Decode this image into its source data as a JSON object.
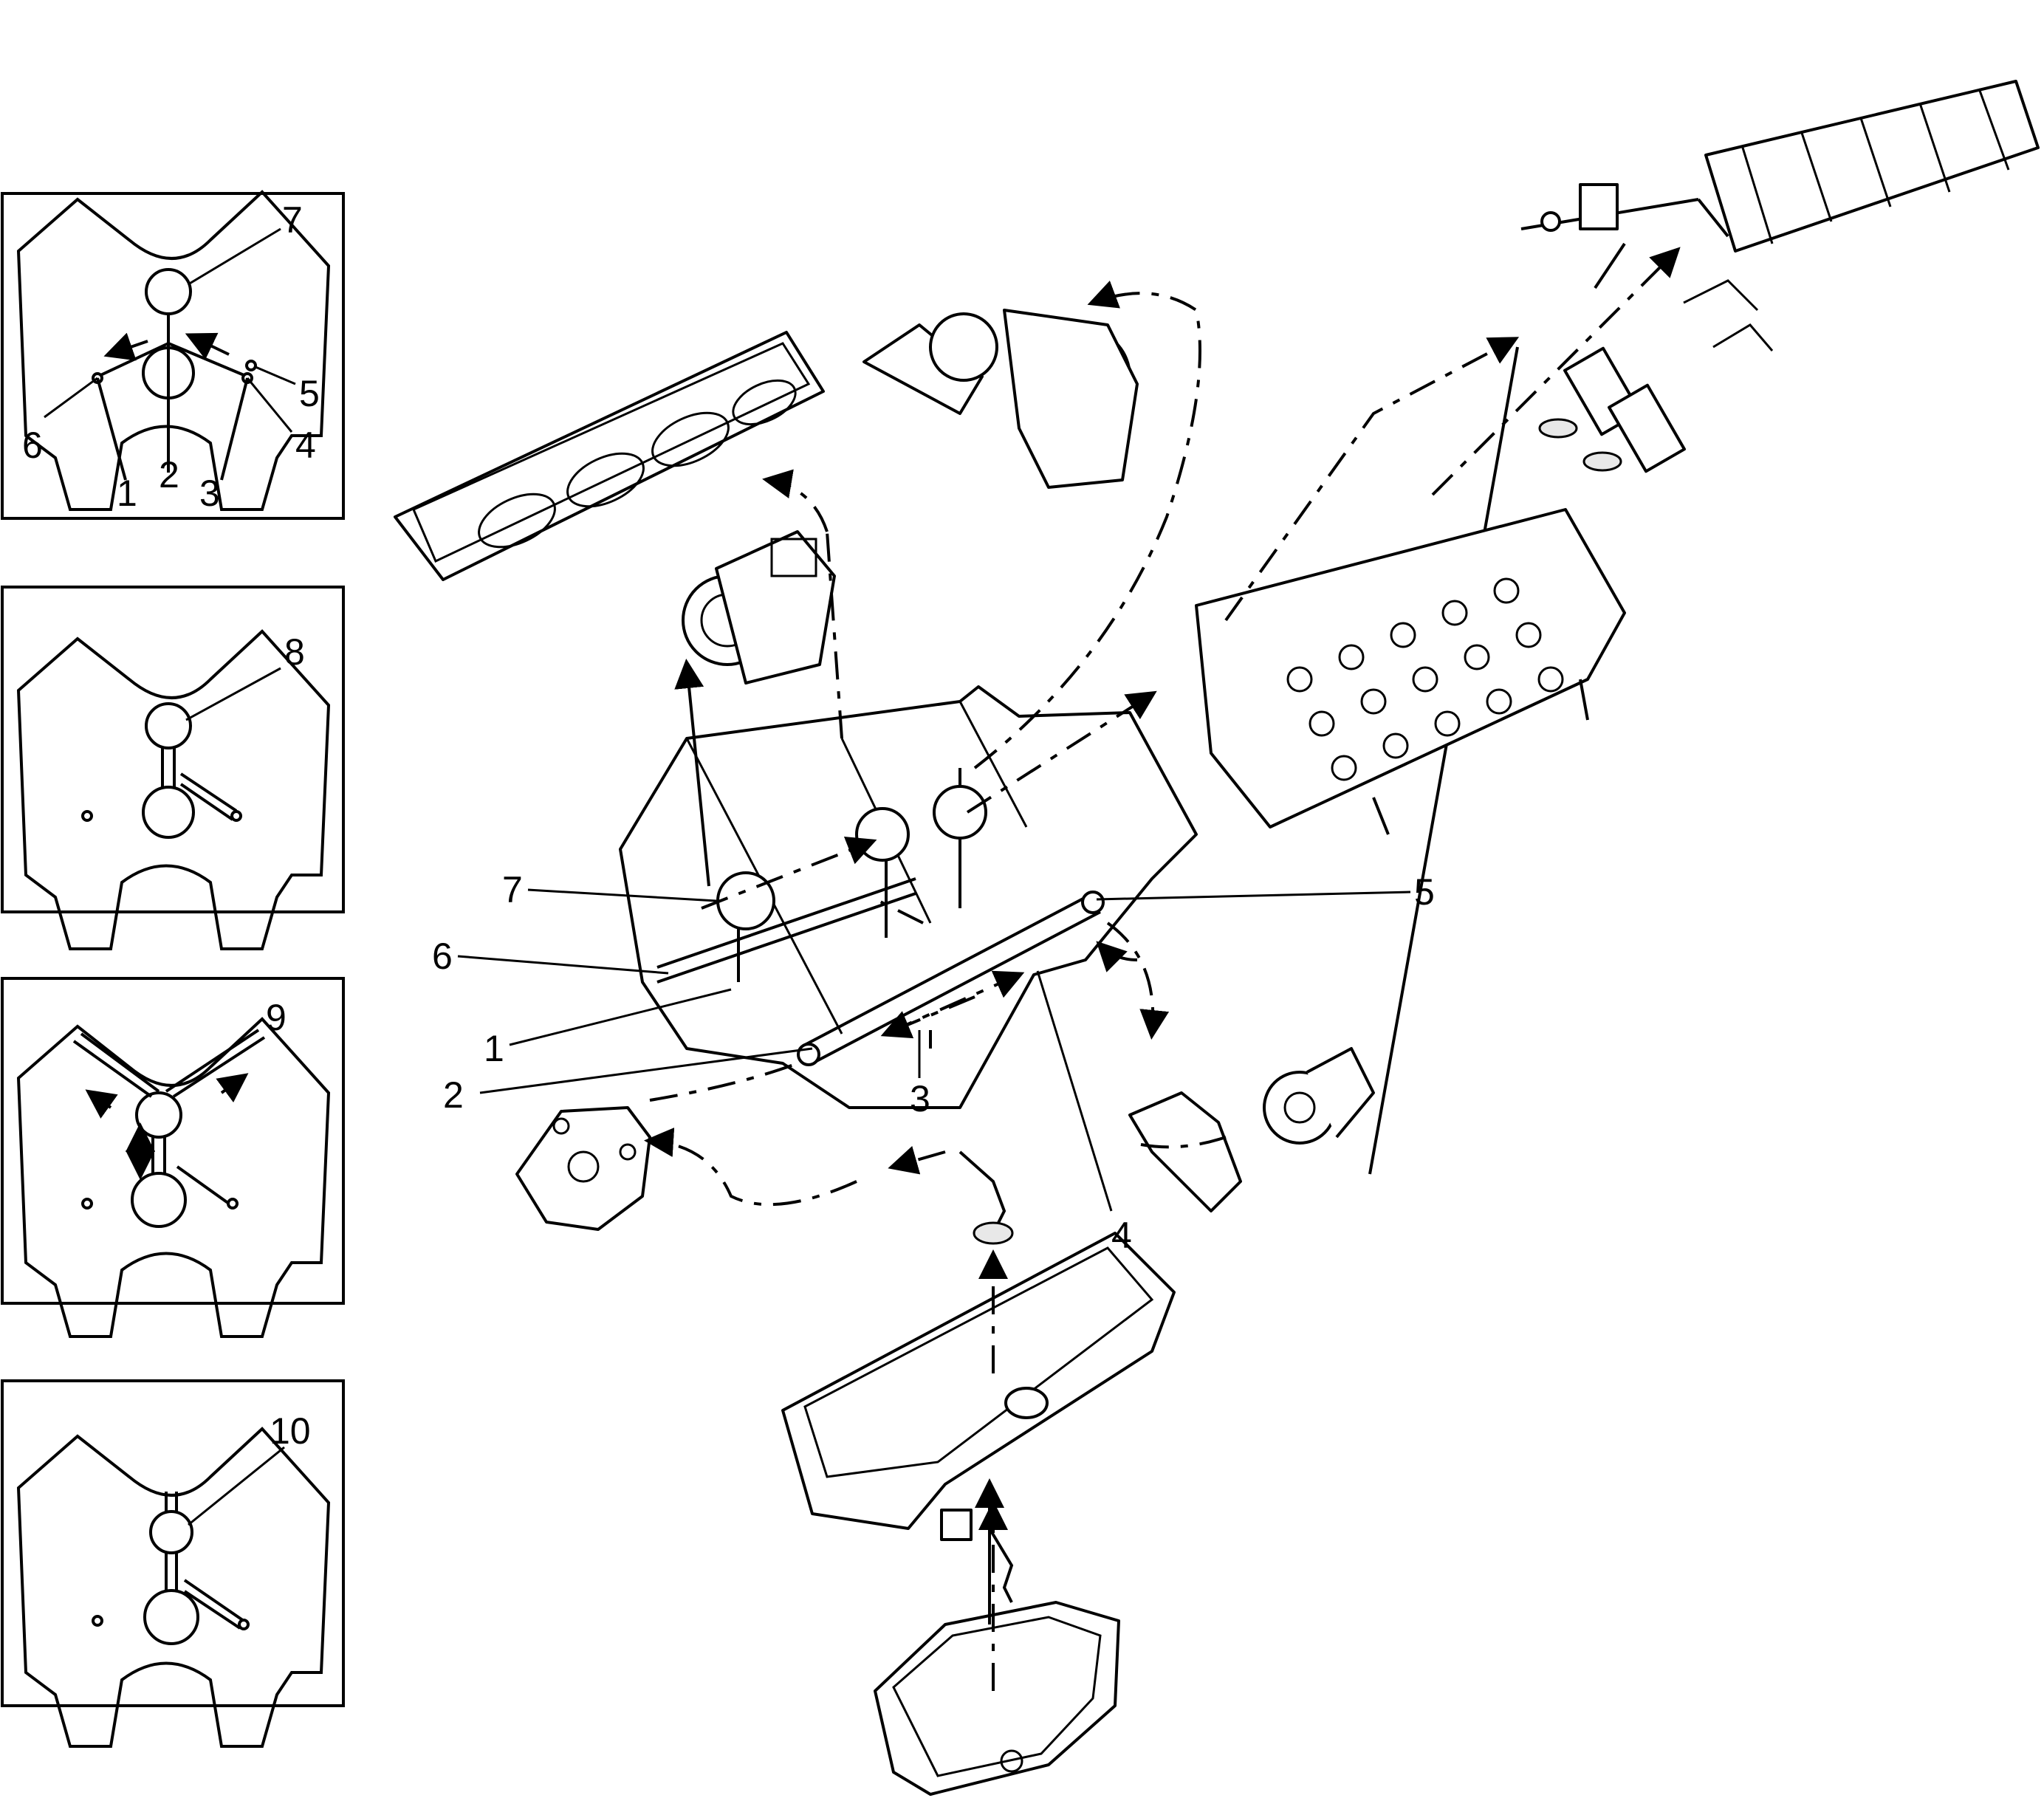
{
  "panel_1": {
    "labels": [
      "7",
      "6",
      "5",
      "4",
      "1",
      "2",
      "3"
    ]
  },
  "panel_2": {
    "label": "8"
  },
  "panel_3": {
    "label": "9"
  },
  "panel_4": {
    "label": "10"
  },
  "main_callouts": [
    "7",
    "6",
    "1",
    "2",
    "3",
    "4",
    "5"
  ]
}
